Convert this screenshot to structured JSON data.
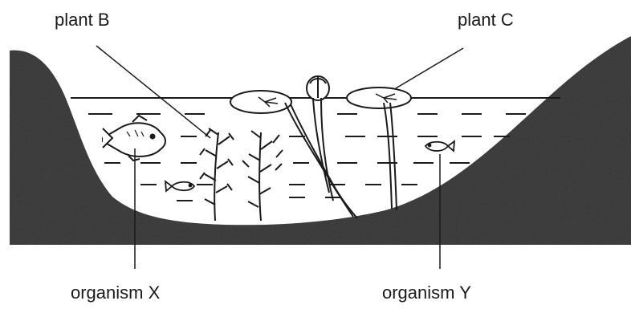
{
  "labels": {
    "plant_b": "plant B",
    "plant_c": "plant C",
    "organism_x": "organism X",
    "organism_y": "organism Y"
  },
  "colors": {
    "ground": "#4a4a4a",
    "water": "#ffffff",
    "outline": "#1a1a1a"
  }
}
